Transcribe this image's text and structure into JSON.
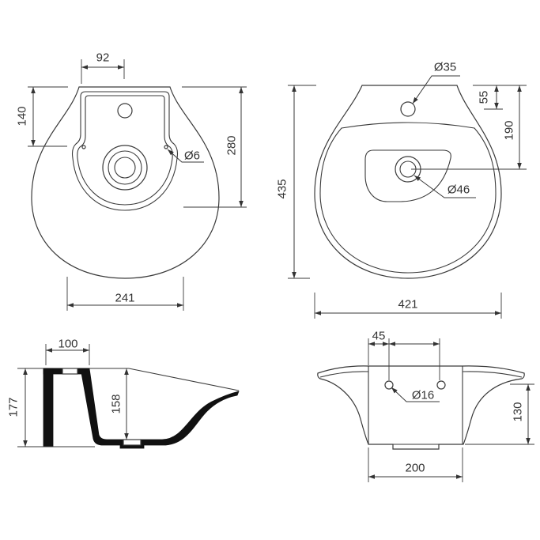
{
  "back_view": {
    "dim_top_offset": "92",
    "dim_top_height": "140",
    "dim_height": "280",
    "hole_label": "Ø6",
    "dim_width": "241"
  },
  "top_view": {
    "tap_hole_label": "Ø35",
    "dim_tap_offset": "55",
    "dim_drain_offset": "190",
    "drain_label": "Ø46",
    "dim_depth": "435",
    "dim_width": "421"
  },
  "side_section": {
    "dim_depth": "100",
    "dim_height": "177",
    "dim_inner_height": "158"
  },
  "front_view": {
    "dim_hole_offset": "45",
    "hole_label": "Ø16",
    "dim_height": "130",
    "dim_width": "200"
  },
  "colors": {
    "line": "#3a3a3a",
    "section_fill": "#111111",
    "background": "#ffffff"
  }
}
